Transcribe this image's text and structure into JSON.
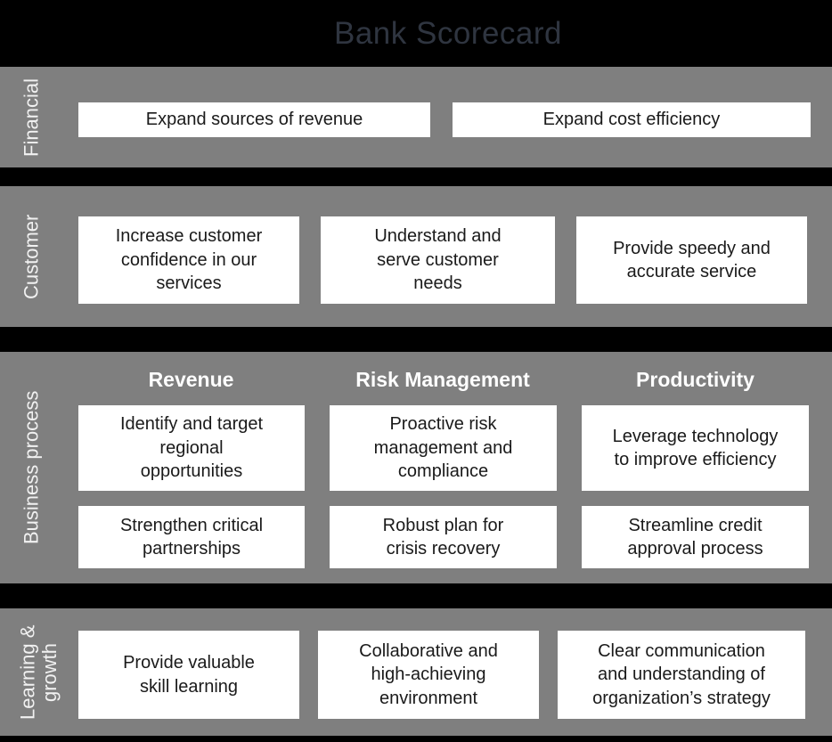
{
  "title": "Bank Scorecard",
  "colors": {
    "background": "#000000",
    "band_gray": "#7f7f7f",
    "box_background": "#ffffff",
    "box_text": "#1a1a1a",
    "band_label_text": "#f1f1f1",
    "column_header_text": "#ffffff",
    "title_text": "#2f3540"
  },
  "sections": [
    {
      "id": "financial",
      "label": "Financial",
      "boxes": [
        "Expand sources of revenue",
        "Expand cost efficiency"
      ]
    },
    {
      "id": "customer",
      "label": "Customer",
      "boxes": [
        "Increase customer\nconfidence in our\nservices",
        "Understand and\nserve customer\nneeds",
        "Provide speedy and\naccurate service"
      ]
    },
    {
      "id": "business-process",
      "label": "Business process",
      "columns": [
        "Revenue",
        "Risk Management",
        "Productivity"
      ],
      "rows": [
        [
          "Identify and target\nregional\nopportunities",
          "Proactive risk\nmanagement and\ncompliance",
          "Leverage technology\nto improve efficiency"
        ],
        [
          "Strengthen critical\npartnerships",
          "Robust plan for\ncrisis recovery",
          "Streamline credit\napproval process"
        ]
      ]
    },
    {
      "id": "learning-growth",
      "label": "Learning &\ngrowth",
      "boxes": [
        "Provide valuable\nskill learning",
        "Collaborative and\nhigh-achieving\nenvironment",
        "Clear communication\nand understanding of\norganization’s strategy"
      ]
    }
  ]
}
